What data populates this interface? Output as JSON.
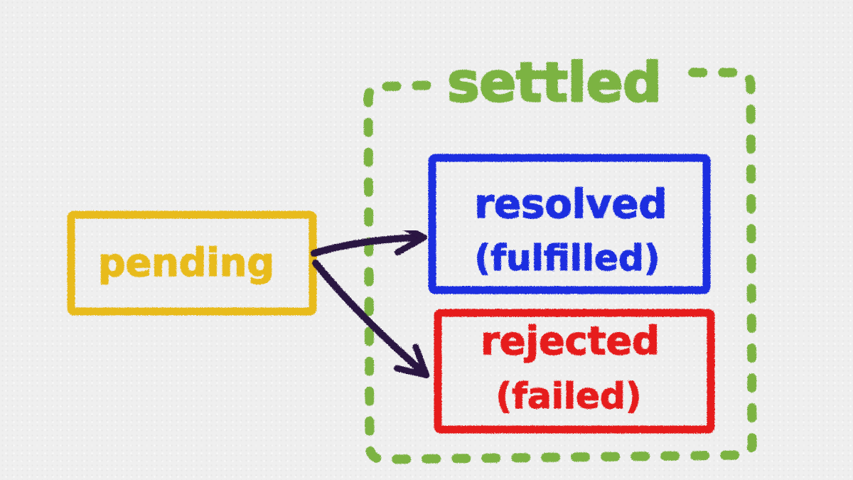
{
  "diagram": {
    "group": {
      "label": "settled",
      "color": "#7cb342"
    },
    "states": {
      "pending": {
        "label": "pending",
        "color": "#e8bb1a"
      },
      "resolved": {
        "label": "resolved",
        "sublabel": "(fulfilled)",
        "color": "#1c2fe0"
      },
      "rejected": {
        "label": "rejected",
        "sublabel": "(failed)",
        "color": "#e61c1c"
      }
    },
    "arrow_color": "#2a1242"
  }
}
